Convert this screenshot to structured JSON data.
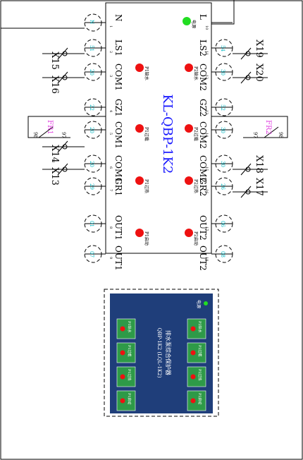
{
  "device": {
    "title": "KL-QBP-1K2",
    "title_color": "#1a1aff"
  },
  "left_pins": [
    {
      "label": "N",
      "num": "1",
      "terminal": "N"
    },
    {
      "label": "LS1",
      "num": "2",
      "terminal": "51"
    },
    {
      "label": "COM1",
      "num": "3",
      "terminal": "20"
    },
    {
      "label": "GZ1",
      "num": "4",
      "terminal": "22"
    },
    {
      "label": "COM1",
      "num": "5",
      "terminal": "20"
    },
    {
      "label": "COM1",
      "num": "6",
      "terminal": "20"
    },
    {
      "label": "GR1",
      "num": "7",
      "terminal": "29"
    },
    {
      "label": "OUT1",
      "num": "8",
      "terminal": "01"
    },
    {
      "label": "OUT1",
      "num": "9",
      "terminal": "07"
    }
  ],
  "right_pins": [
    {
      "label": "L",
      "num": "10",
      "terminal": ""
    },
    {
      "label": "LS2",
      "num": "11",
      "terminal": "54"
    },
    {
      "label": "COM2",
      "num": "12",
      "terminal": "30"
    },
    {
      "label": "GZ2",
      "num": "13",
      "terminal": "52"
    },
    {
      "label": "COM2",
      "num": "14",
      "terminal": "30"
    },
    {
      "label": "COM2",
      "num": "15",
      "terminal": "30"
    },
    {
      "label": "GR2",
      "num": "16",
      "terminal": "26"
    },
    {
      "label": "OUT2",
      "num": "17",
      "terminal": "06"
    },
    {
      "label": "OUT2",
      "num": "18",
      "terminal": "08"
    }
  ],
  "leds": [
    {
      "text": "电源",
      "color": "#22dd22"
    },
    {
      "text": "P1缺水",
      "color": "#ee1111"
    },
    {
      "text": "P2缺水",
      "color": "#ee1111"
    },
    {
      "text": "P1过载",
      "color": "#ee1111"
    },
    {
      "text": "P2过载",
      "color": "#ee1111"
    },
    {
      "text": "P1过热",
      "color": "#ee1111"
    },
    {
      "text": "P2过热",
      "color": "#ee1111"
    },
    {
      "text": "P1启动",
      "color": "#ee1111"
    },
    {
      "text": "P2启动",
      "color": "#ee1111"
    }
  ],
  "switches_left": [
    "X15",
    "X16",
    "X14",
    "X13"
  ],
  "switches_right": [
    "X19",
    "X20",
    "X18",
    "X17"
  ],
  "fr1": {
    "name": "FR1",
    "a": "98",
    "b": "97",
    "color": "#e040e0"
  },
  "fr2": {
    "name": "FR2",
    "a": "98",
    "b": "97",
    "color": "#e040e0"
  },
  "panel": {
    "bg": "#1f3e7a",
    "title": "排水泵综合保护器",
    "model": "QBP-1K2 (LQL-1K2)",
    "power_label": "电源",
    "buttons": [
      "P1缺水",
      "P1过载",
      "P1过热",
      "P1启动",
      "P2缺水",
      "P2过载",
      "P2过热",
      "P2启动"
    ]
  }
}
